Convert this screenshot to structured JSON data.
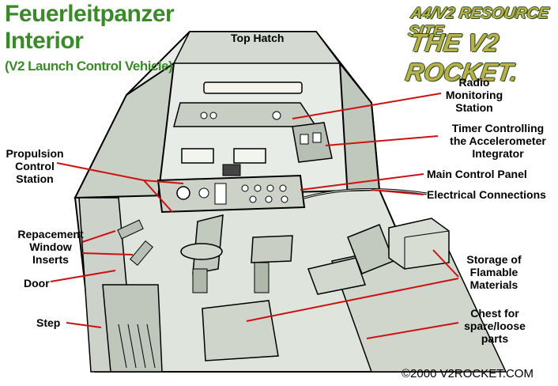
{
  "title": {
    "line1": "Feuerleitpanzer",
    "line2": "Interior",
    "subtitle": "(V2 Launch Control Vehicle)"
  },
  "badge": {
    "line1": "A4/V2 RESOURCE SITE.",
    "line2": "THE V2 ROCKET."
  },
  "labels": {
    "top_hatch": "Top Hatch",
    "radio_1": "Radio",
    "radio_2": "Monitoring",
    "radio_3": "Station",
    "timer_1": "Timer Controlling",
    "timer_2": "the Accelerometer",
    "timer_3": "Integrator",
    "main_panel": "Main Control Panel",
    "electrical": "Electrical Connections",
    "propulsion_1": "Propulsion",
    "propulsion_2": "Control",
    "propulsion_3": "Station",
    "window_1": "Repacement",
    "window_2": "Window",
    "window_3": "Inserts",
    "door": "Door",
    "step": "Step",
    "storage_1": "Storage of",
    "storage_2": "Flamable",
    "storage_3": "Materials",
    "chest_1": "Chest for",
    "chest_2": "spare/loose",
    "chest_3": "parts"
  },
  "copyright": "©2000 V2ROCKET.COM",
  "colors": {
    "title_green": "#3a8a2a",
    "leader_red": "#cc1111"
  }
}
